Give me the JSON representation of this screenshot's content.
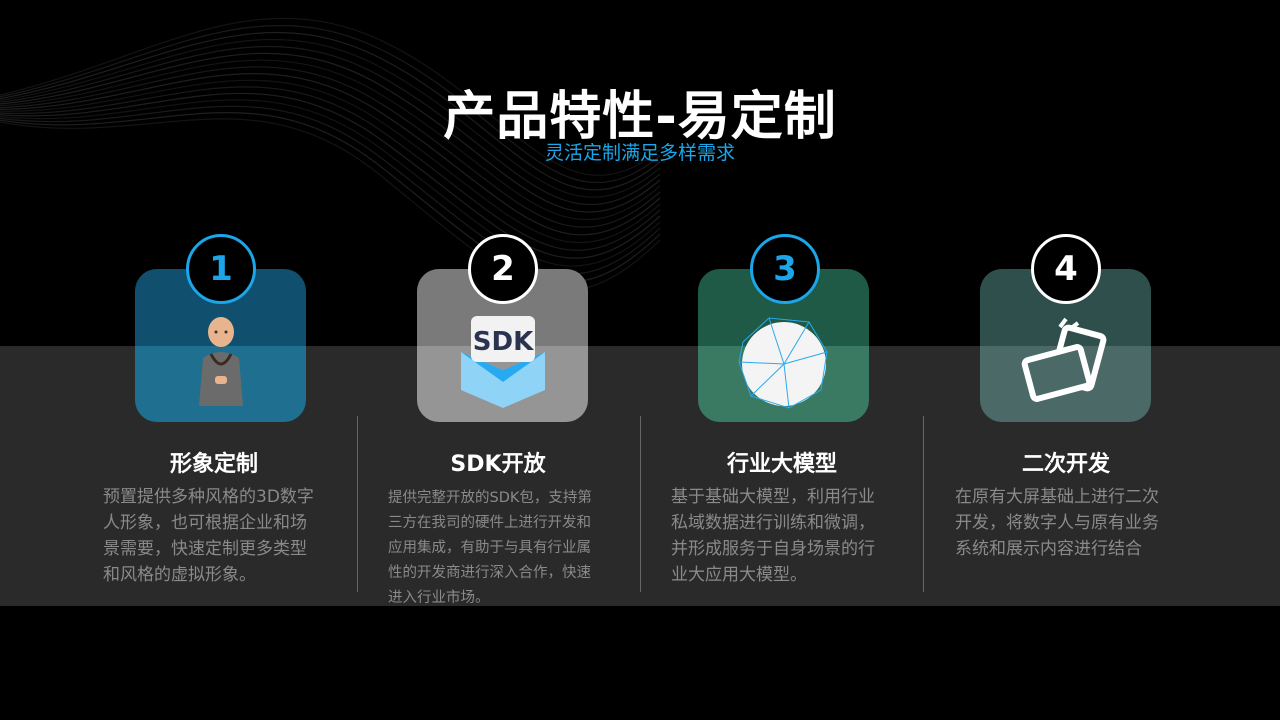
{
  "header": {
    "title": "产品特性-易定制",
    "subtitle": "灵活定制满足多样需求"
  },
  "features": [
    {
      "number": "1",
      "title": "形象定制",
      "desc": "预置提供多种风格的3D数字人形象，也可根据企业和场景需要，快速定制更多类型和风格的虚拟形象。",
      "icon": "digital-avatar"
    },
    {
      "number": "2",
      "title": "SDK开放",
      "desc": "提供完整开放的SDK包，支持第三方在我司的硬件上进行开发和应用集成，有助于与具有行业属性的开发商进行深入合作，快速进入行业市场。",
      "icon": "sdk-box",
      "icon_text": "SDK"
    },
    {
      "number": "3",
      "title": "行业大模型",
      "desc": "基于基础大模型，利用行业私域数据进行训练和微调，并形成服务于自身场景的行业大应用大模型。",
      "icon": "network-sphere"
    },
    {
      "number": "4",
      "title": "二次开发",
      "desc": "在原有大屏基础上进行二次开发，将数字人与原有业务系统和展示内容进行结合",
      "icon": "devices"
    }
  ],
  "colors": {
    "accent": "#1aa6e8",
    "band": "#2a2a2a"
  }
}
